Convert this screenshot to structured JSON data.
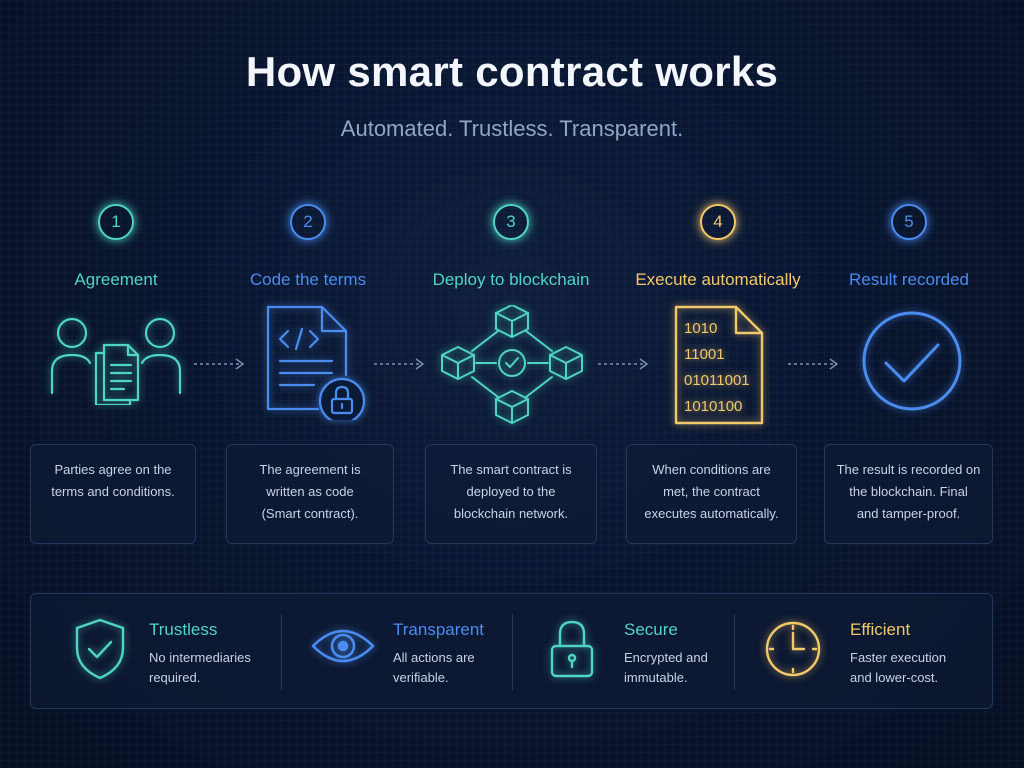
{
  "title": "How smart contract works",
  "subtitle": "Automated. Trustless. Transparent.",
  "colors": {
    "teal": "#4fd5c4",
    "blue": "#4a8cf0",
    "yellow": "#f2c96a",
    "background": "#0a1630"
  },
  "steps": [
    {
      "number": "1",
      "label": "Agreement",
      "color": "#4fd5c4",
      "icon": "two-people-document-icon",
      "description": "Parties agree on the\nterms and conditions."
    },
    {
      "number": "2",
      "label": "Code the terms",
      "color": "#4a8cf0",
      "icon": "code-document-lock-icon",
      "description": "The agreement is\nwritten as code\n(Smart contract)."
    },
    {
      "number": "3",
      "label": "Deploy to blockchain",
      "color": "#4fd5c4",
      "icon": "blockchain-network-icon",
      "description": "The smart contract is\ndeployed to the\nblockchain network."
    },
    {
      "number": "4",
      "label": "Execute automatically",
      "color": "#f2c96a",
      "icon": "binary-document-icon",
      "description": "When conditions are\nmet, the contract\nexecutes automatically.",
      "binary_lines": [
        "1010",
        "11001",
        "01011001",
        "1010100"
      ]
    },
    {
      "number": "5",
      "label": "Result recorded",
      "color": "#4a8cf0",
      "icon": "checkmark-circle-icon",
      "description": "The result is recorded on\nthe blockchain. Final\nand tamper-proof."
    }
  ],
  "benefits": [
    {
      "title": "Trustless",
      "color": "#4fd5c4",
      "icon": "shield-check-icon",
      "description": "No intermediaries\nrequired."
    },
    {
      "title": "Transparent",
      "color": "#4a8cf0",
      "icon": "eye-icon",
      "description": "All actions are\nverifiable."
    },
    {
      "title": "Secure",
      "color": "#4fd5c4",
      "icon": "padlock-icon",
      "description": "Encrypted and\nimmutable."
    },
    {
      "title": "Efficient",
      "color": "#f2c96a",
      "icon": "clock-icon",
      "description": "Faster execution\nand lower-cost."
    }
  ]
}
